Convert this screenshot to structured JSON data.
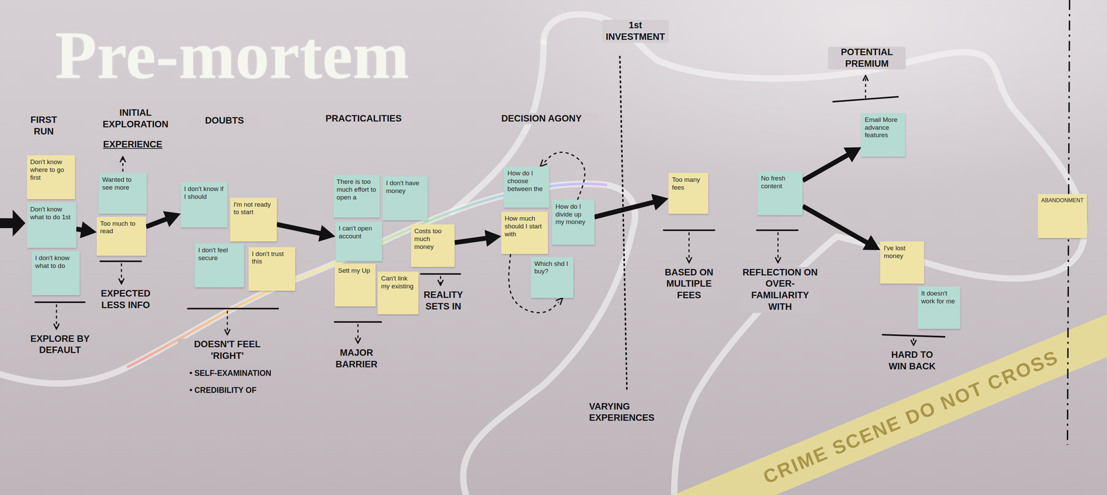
{
  "diagram": {
    "title": "Pre-mortem",
    "nodes": [
      {
        "text": [
          "Don't know where to go first"
        ]
      },
      {
        "text": [
          "Don't know what to do 1st"
        ]
      },
      {
        "text": [
          "I don't know what to do"
        ]
      },
      {
        "text": [
          "Wanted to see more"
        ]
      },
      {
        "text": [
          "Too much to read"
        ]
      },
      {
        "text": [
          "I don't know if I should"
        ]
      },
      {
        "text": [
          "I'm not ready to start"
        ]
      },
      {
        "text": [
          "I don't feel secure"
        ]
      },
      {
        "text": [
          "I don't trust this"
        ]
      },
      {
        "text": [
          "There is too much effort to open a"
        ]
      },
      {
        "text": [
          "I don't have money"
        ]
      },
      {
        "text": [
          "I can't open account"
        ]
      },
      {
        "text": [
          "Costs too much money"
        ]
      },
      {
        "text": [
          "Sett my Up"
        ]
      },
      {
        "text": [
          "Can't link my existing"
        ]
      },
      {
        "text": [
          "How do I choose between the"
        ]
      },
      {
        "text": [
          "How do I divide up my money"
        ]
      },
      {
        "text": [
          "How much should I start with"
        ]
      },
      {
        "text": [
          "Which shd I buy?"
        ]
      },
      {
        "text": [
          "Too many fees"
        ]
      },
      {
        "text": [
          "No fresh content"
        ]
      },
      {
        "text": [
          "Email More advance features"
        ]
      },
      {
        "text": [
          "I've lost money"
        ]
      },
      {
        "text": [
          "It doesn't work for me"
        ]
      },
      {
        "text": [
          "ABANDONMENT"
        ]
      }
    ],
    "edges": [
      {
        "from": 1,
        "to": 4,
        "arrow": "to"
      },
      {
        "from": 4,
        "to": 5,
        "arrow": "to"
      },
      {
        "from": 6,
        "to": 11,
        "arrow": "to"
      },
      {
        "from": 12,
        "to": 17,
        "arrow": "to"
      },
      {
        "from": 16,
        "to": 19,
        "arrow": "to"
      },
      {
        "from": 20,
        "to": 21,
        "arrow": "to"
      },
      {
        "from": 20,
        "to": 22,
        "arrow": "to"
      },
      {
        "from": 16,
        "to": 15,
        "arrow": "to"
      },
      {
        "from": 17,
        "to": 18,
        "arrow": "to"
      }
    ],
    "labels": [
      "FIRST RUN",
      "INITIAL EXPLORATION",
      "EXPERIENCE",
      "DOUBTS",
      "PRACTICALITIES",
      "DECISION AGONY",
      "1st INVESTMENT",
      "POTENTIAL PREMIUM",
      "EXPLORE BY DEFAULT",
      "EXPECTED LESS INFO",
      "DOESN'T FEEL 'RIGHT'",
      "• SELF-EXAMINATION",
      "• CREDIBILITY OF",
      "MAJOR BARRIER",
      "REALITY SETS IN",
      "BASED ON MULTIPLE FEES",
      "REFLECTION ON OVER-FAMILIARITY WITH",
      "HARD TO WIN BACK",
      "VARYING EXPERIENCES",
      "CRIME SCENE DO NOT CROSS"
    ]
  }
}
